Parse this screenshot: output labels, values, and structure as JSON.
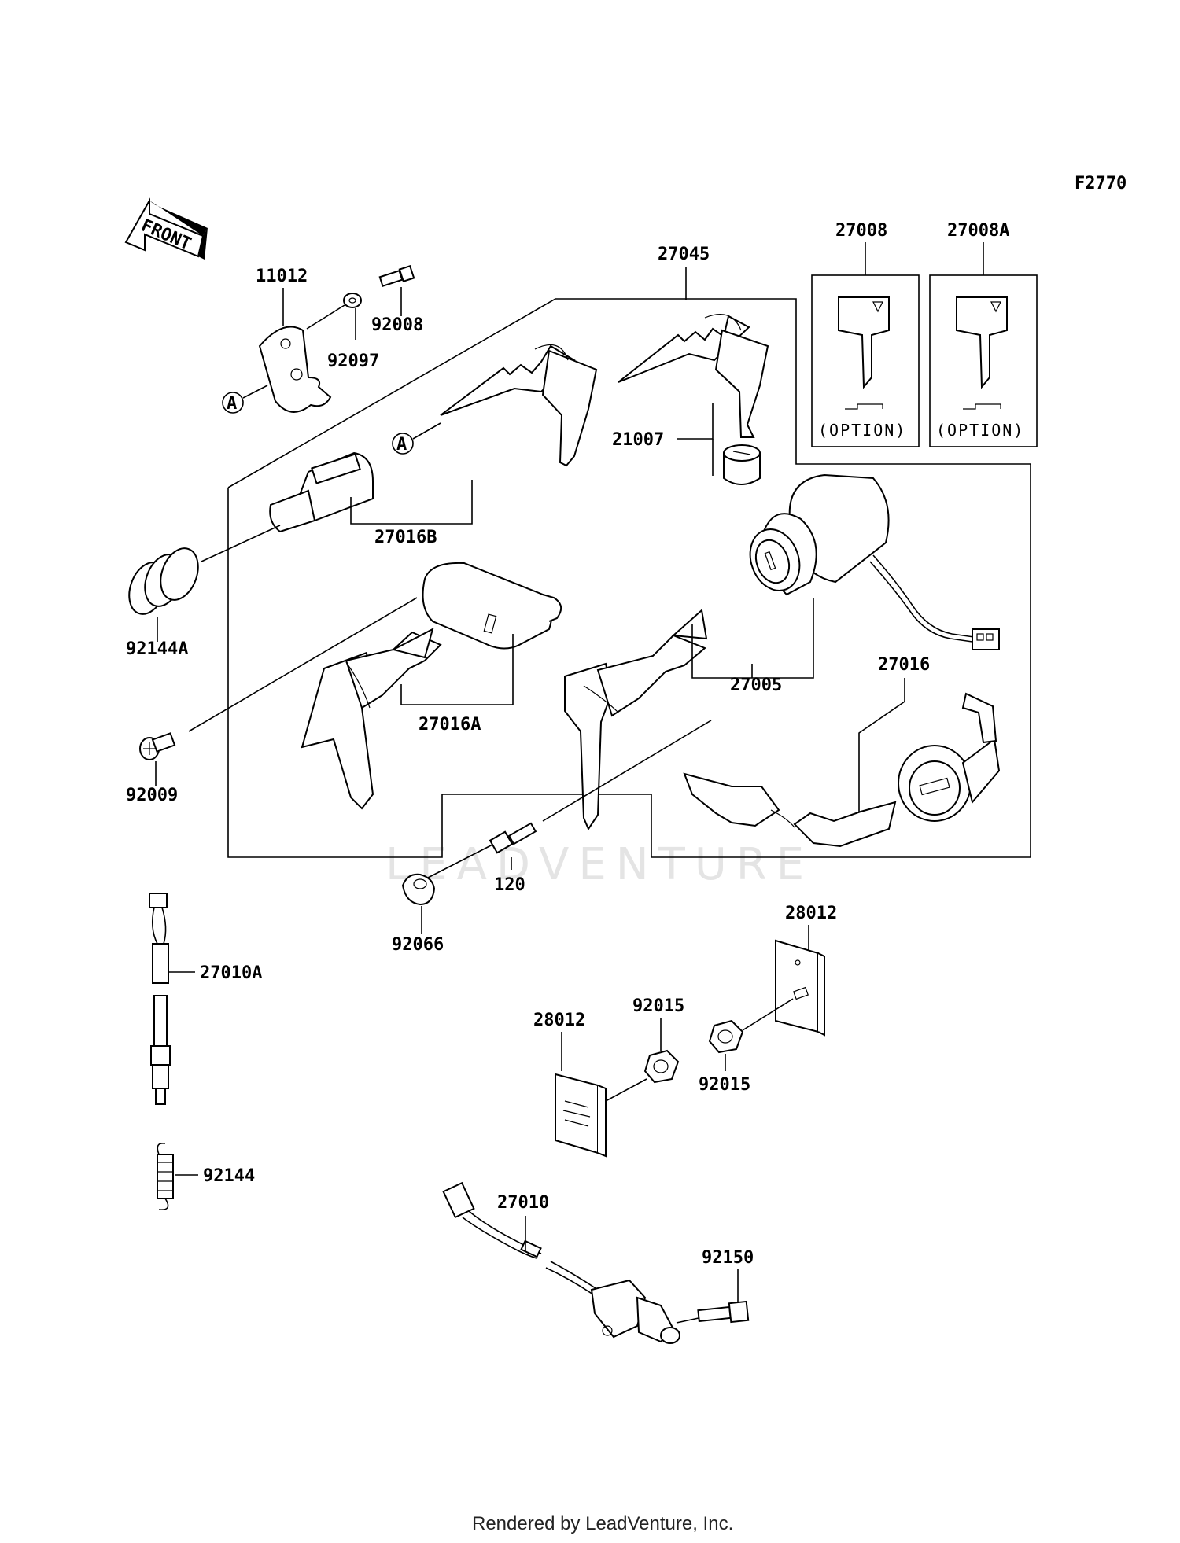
{
  "figure_code": "F2770",
  "front_label": "FRONT",
  "callout_letter": "A",
  "option_label": "(OPTION)",
  "watermark": "LEADVENTURE",
  "footer": "Rendered by LeadVenture, Inc.",
  "parts": {
    "p11012": "11012",
    "p92097": "92097",
    "p92008": "92008",
    "p27045": "27045",
    "p27008": "27008",
    "p27008A": "27008A",
    "p21007": "21007",
    "p27016B": "27016B",
    "p92144A": "92144A",
    "p27016A": "27016A",
    "p27005": "27005",
    "p27016": "27016",
    "p92009": "92009",
    "p120": "120",
    "p92066": "92066",
    "p27010A": "27010A",
    "p28012_top": "28012",
    "p28012_bottom": "28012",
    "p92015_top": "92015",
    "p92015_bottom": "92015",
    "p92144": "92144",
    "p27010": "27010",
    "p92150": "92150"
  }
}
